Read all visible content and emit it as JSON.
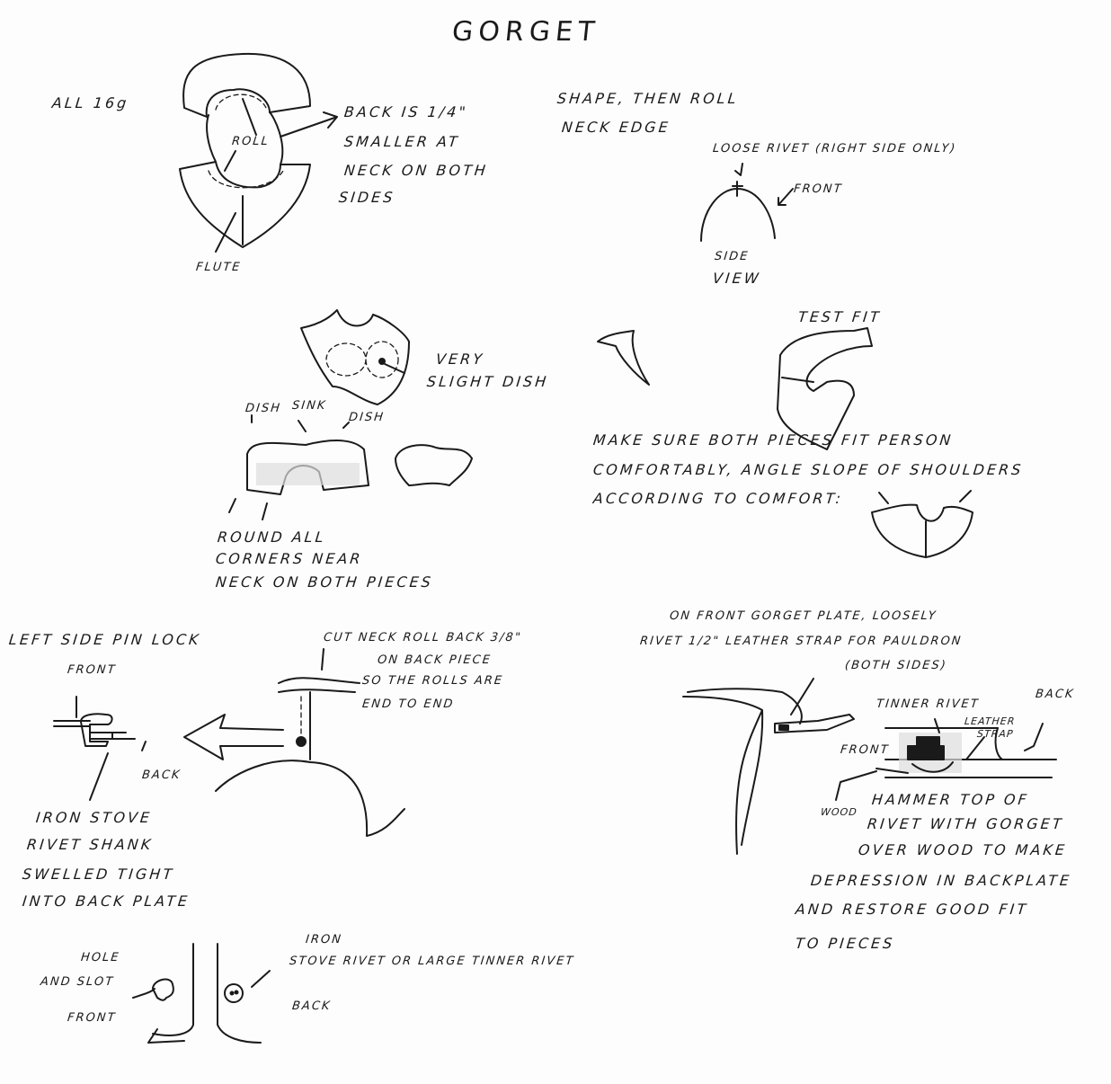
{
  "title": "GORGET",
  "section_top_left": {
    "material": "ALL 16g",
    "roll_label": "ROLL",
    "back_note": [
      "BACK IS 1/4\"",
      "SMALLER AT",
      "NECK ON BOTH",
      "SIDES"
    ],
    "flute_label": "FLUTE"
  },
  "section_top_right": {
    "instruction": [
      "SHAPE, THEN ROLL",
      "NECK EDGE"
    ],
    "loose_rivet": "LOOSE RIVET (RIGHT SIDE ONLY)",
    "front_label": "FRONT",
    "side_view": [
      "SIDE",
      "VIEW"
    ]
  },
  "section_middle": {
    "dish_note": [
      "VERY",
      "SLIGHT DISH"
    ],
    "dish_left": "DISH",
    "sink": "SINK",
    "dish_right": "DISH",
    "round_note": [
      "ROUND ALL",
      "CORNERS NEAR",
      "NECK ON BOTH PIECES"
    ],
    "test_fit": "TEST FIT",
    "fit_note": [
      "MAKE SURE BOTH PIECES FIT PERSON",
      "COMFORTABLY, ANGLE SLOPE OF SHOULDERS",
      "ACCORDING TO COMFORT:"
    ]
  },
  "section_pin_lock": {
    "heading": "LEFT SIDE PIN LOCK",
    "front_label": "FRONT",
    "back_label": "BACK",
    "rivet_note": [
      "IRON STOVE",
      "RIVET SHANK",
      "SWELLED TIGHT",
      "INTO BACK PLATE"
    ],
    "cut_note": [
      "CUT NECK ROLL BACK 3/8\"",
      "ON BACK PIECE",
      "SO THE ROLLS ARE",
      "END TO END"
    ]
  },
  "section_strap": {
    "note": [
      "ON FRONT GORGET PLATE, LOOSELY",
      "RIVET 1/2\" LEATHER STRAP FOR PAULDRON",
      "(BOTH SIDES)"
    ],
    "tinner_rivet": "TINNER RIVET",
    "back_label": "BACK",
    "leather_strap": [
      "LEATHER",
      "STRAP"
    ],
    "front_label": "FRONT",
    "wood_label": "WOOD",
    "hammer_note": [
      "HAMMER TOP OF",
      "RIVET WITH GORGET",
      "OVER WOOD TO MAKE",
      "DEPRESSION IN BACKPLATE",
      "AND RESTORE GOOD FIT",
      "TO PIECES"
    ]
  },
  "section_bottom": {
    "rivet_note": [
      "IRON",
      "STOVE RIVET OR LARGE TINNER RIVET"
    ],
    "hole_slot": [
      "HOLE",
      "AND SLOT"
    ],
    "front_label": "FRONT",
    "back_label": "BACK"
  }
}
